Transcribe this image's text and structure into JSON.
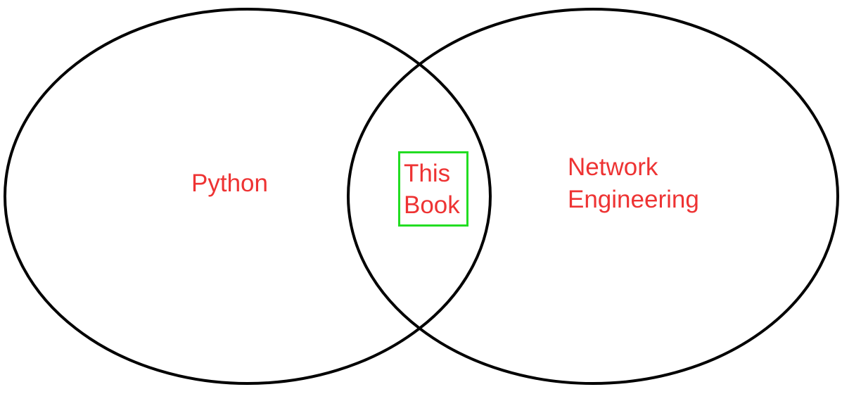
{
  "colors": {
    "outline": "#000000",
    "label": "#ee3333",
    "highlight_box": "#22dd22"
  },
  "sets": {
    "left": {
      "label": "Python"
    },
    "right": {
      "label_lines": [
        "Network",
        "Engineering"
      ]
    }
  },
  "intersection": {
    "label_lines": [
      "This",
      "Book"
    ]
  }
}
